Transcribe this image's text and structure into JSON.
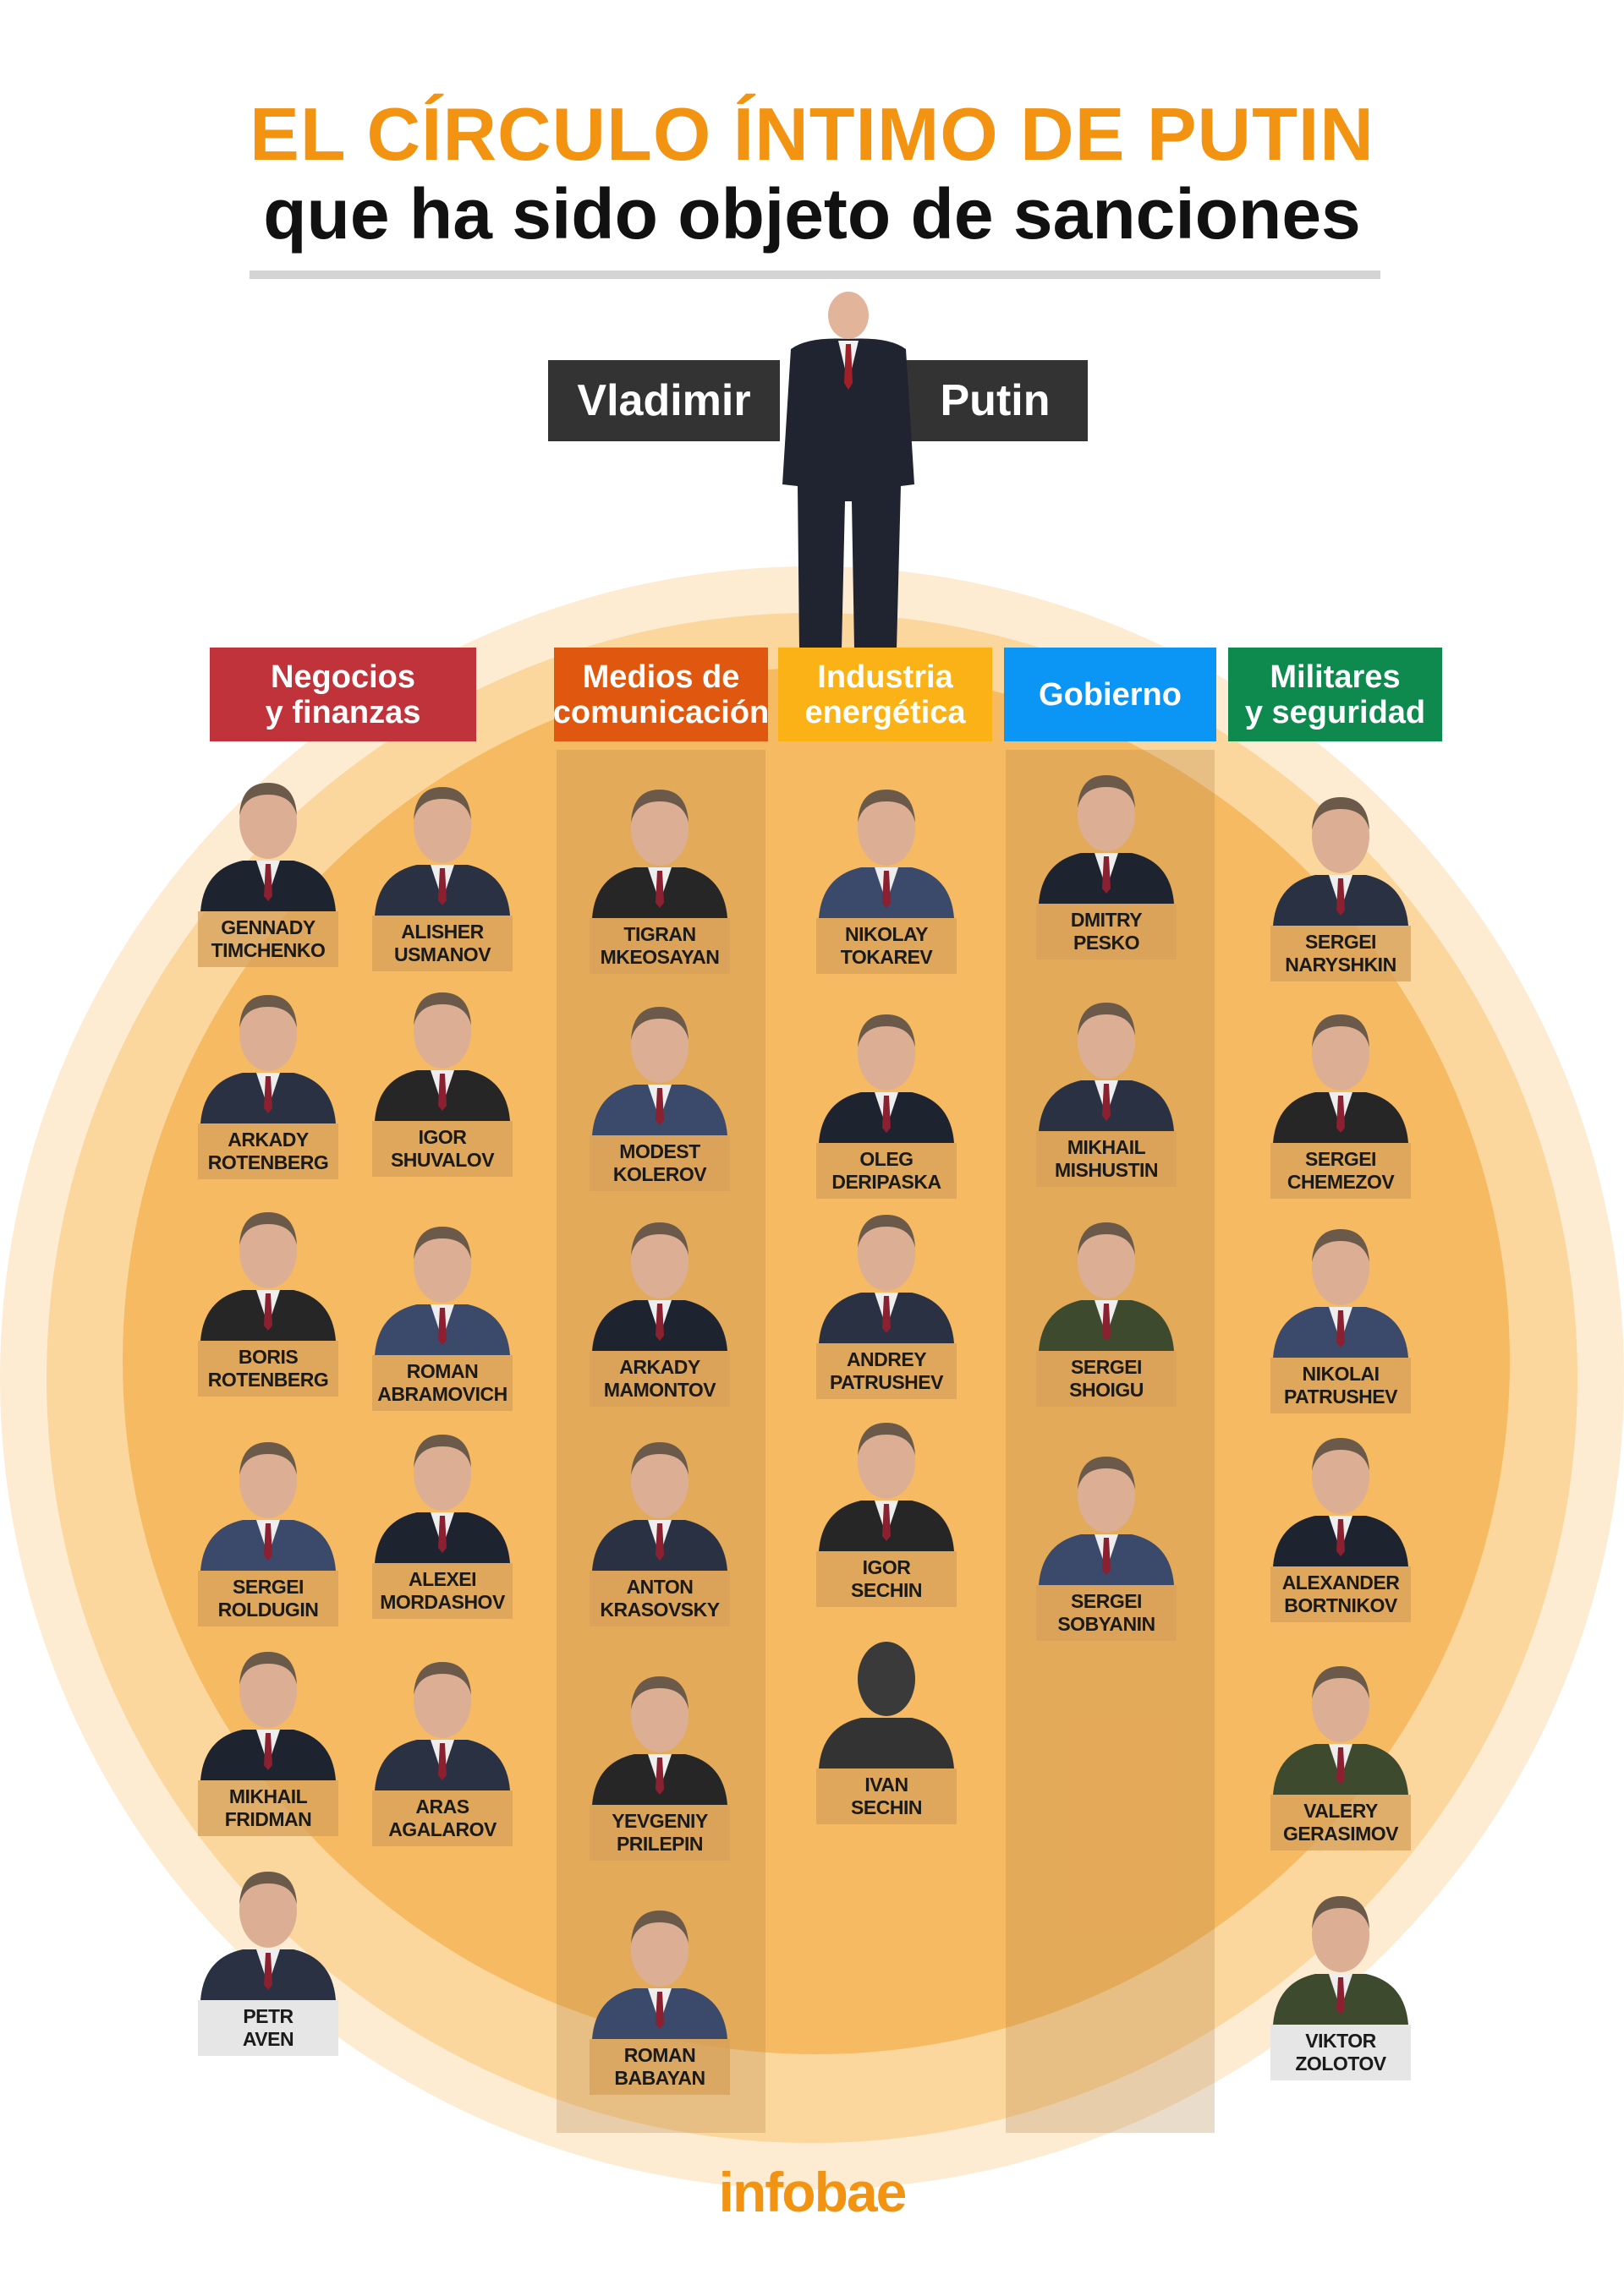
{
  "title": {
    "line1": "EL CÍRCULO ÍNTIMO DE PUTIN",
    "line2": "que ha sido objeto de sanciones"
  },
  "leader": {
    "first_name": "Vladimir",
    "last_name": "Putin"
  },
  "colors": {
    "title": "#f39312",
    "negocios": "#c0333a",
    "medios": "#e0580f",
    "industria": "#fbb217",
    "gobierno": "#0b95f5",
    "militares": "#0f8a4f"
  },
  "categories": [
    {
      "line1": "Negocios",
      "line2": "y finanzas"
    },
    {
      "line1": "Medios de",
      "line2": "comunicación"
    },
    {
      "line1": "Industria",
      "line2": "energética"
    },
    {
      "line1": "Gobierno",
      "line2": ""
    },
    {
      "line1": "Militares",
      "line2": "y seguridad"
    }
  ],
  "people": {
    "negocios_a": [
      [
        "GENNADY",
        "TIMCHENKO"
      ],
      [
        "ARKADY",
        "ROTENBERG"
      ],
      [
        "BORIS",
        "ROTENBERG"
      ],
      [
        "SERGEI",
        "ROLDUGIN"
      ],
      [
        "MIKHAIL",
        "FRIDMAN"
      ],
      [
        "PETR",
        "AVEN"
      ]
    ],
    "negocios_b": [
      [
        "ALISHER",
        "USMANOV"
      ],
      [
        "IGOR",
        "SHUVALOV"
      ],
      [
        "ROMAN",
        "ABRAMOVICH"
      ],
      [
        "ALEXEI",
        "MORDASHOV"
      ],
      [
        "ARAS",
        "AGALAROV"
      ]
    ],
    "medios": [
      [
        "TIGRAN",
        "MKEOSAYAN"
      ],
      [
        "MODEST",
        "KOLEROV"
      ],
      [
        "ARKADY",
        "MAMONTOV"
      ],
      [
        "ANTON",
        "KRASOVSKY"
      ],
      [
        "YEVGENIY",
        "PRILEPIN"
      ],
      [
        "ROMAN",
        "BABAYAN"
      ]
    ],
    "industria": [
      [
        "NIKOLAY",
        "TOKAREV"
      ],
      [
        "OLEG",
        "DERIPASKA"
      ],
      [
        "ANDREY",
        "PATRUSHEV"
      ],
      [
        "IGOR",
        "SECHIN"
      ],
      [
        "IVAN",
        "SECHIN"
      ]
    ],
    "gobierno": [
      [
        "DMITRY",
        "PESKO"
      ],
      [
        "MIKHAIL",
        "MISHUSTIN"
      ],
      [
        "SERGEI",
        "SHOIGU"
      ],
      [
        "SERGEI",
        "SOBYANIN"
      ]
    ],
    "militares": [
      [
        "SERGEI",
        "NARYSHKIN"
      ],
      [
        "SERGEI",
        "CHEMEZOV"
      ],
      [
        "NIKOLAI",
        "PATRUSHEV"
      ],
      [
        "ALEXANDER",
        "BORTNIKOV"
      ],
      [
        "VALERY",
        "GERASIMOV"
      ],
      [
        "VIKTOR",
        "ZOLOTOV"
      ]
    ]
  },
  "logo": "infobae"
}
